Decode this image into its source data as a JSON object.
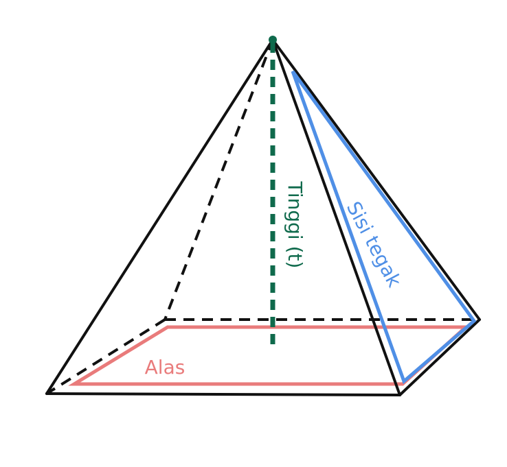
{
  "labels": {
    "height": "Tinggi (t)",
    "lateral_face": "Sisi tegak",
    "base": "Alas"
  },
  "colors": {
    "edges": "#111111",
    "height": "#0f6a4c",
    "lateral_face": "#4f8fe6",
    "base": "#e97b7b"
  }
}
